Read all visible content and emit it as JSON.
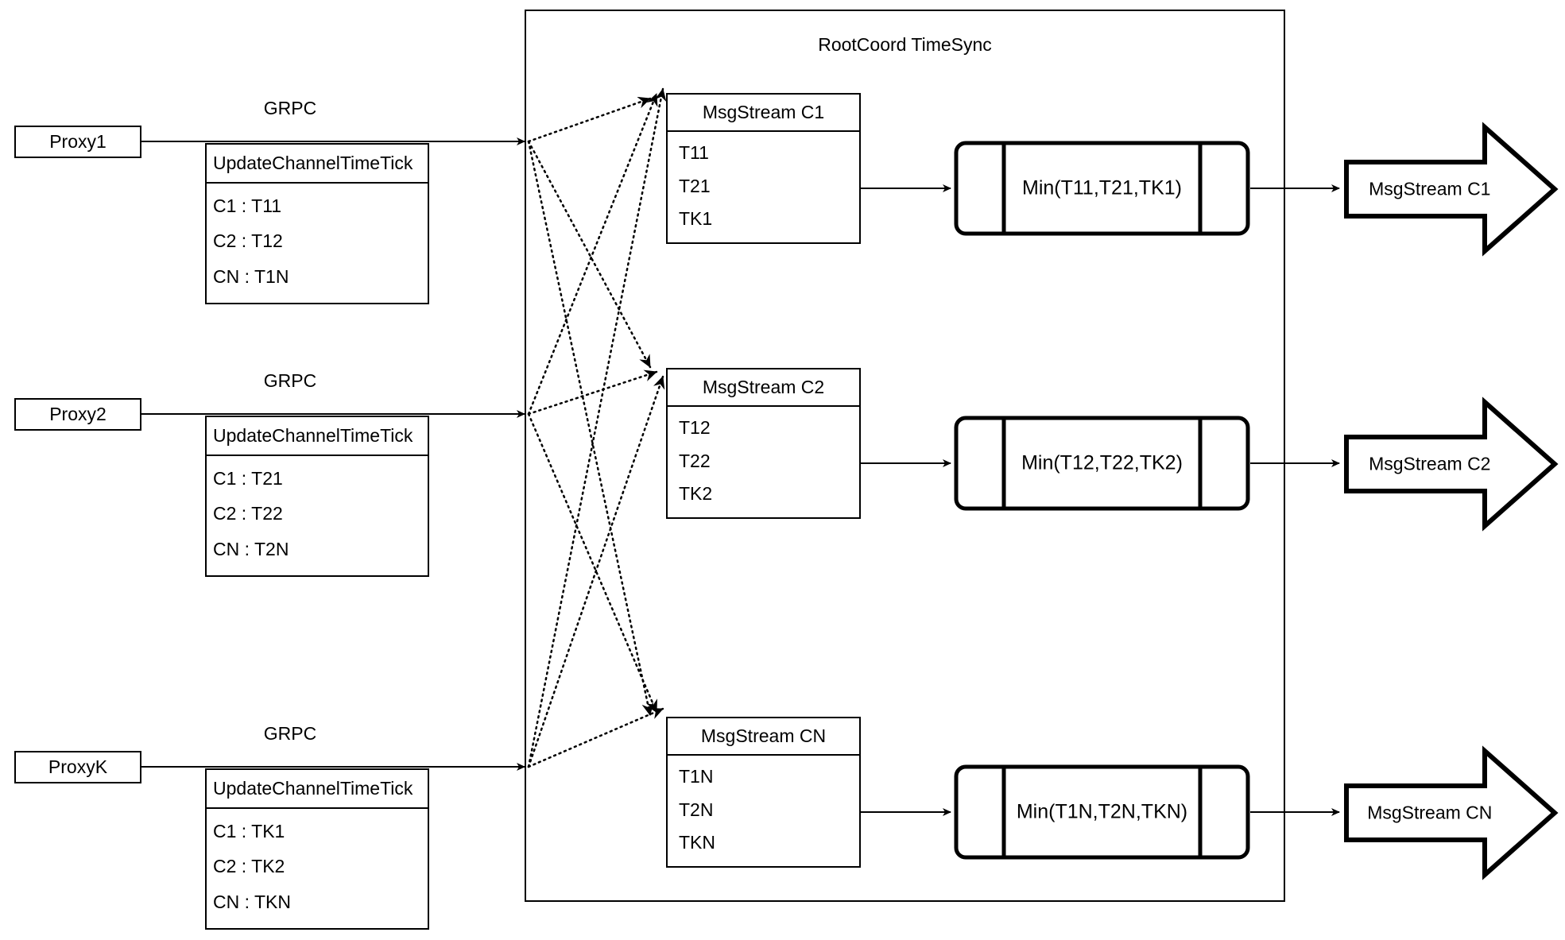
{
  "diagram": {
    "title": "RootCoord TimeSync",
    "container_label": "RootCoord TimeSync"
  },
  "proxies": [
    {
      "name": "Proxy1",
      "link_label": "GRPC",
      "rpc_title": "UpdateChannelTimeTick",
      "entries": [
        "C1 :  T11",
        "C2 :  T12",
        "CN : T1N"
      ]
    },
    {
      "name": "Proxy2",
      "link_label": "GRPC",
      "rpc_title": "UpdateChannelTimeTick",
      "entries": [
        "C1 :  T21",
        "C2 :  T22",
        "CN : T2N"
      ]
    },
    {
      "name": "ProxyK",
      "link_label": "GRPC",
      "rpc_title": "UpdateChannelTimeTick",
      "entries": [
        "C1 :  TK1",
        "C2 :  TK2",
        "CN : TKN"
      ]
    }
  ],
  "channels": [
    {
      "stream_title": "MsgStream C1",
      "ticks": [
        "T11",
        "T21",
        "TK1"
      ],
      "min_label": "Min(T11,T21,TK1)",
      "output_label": "MsgStream C1"
    },
    {
      "stream_title": "MsgStream C2",
      "ticks": [
        "T12",
        "T22",
        "TK2"
      ],
      "min_label": "Min(T12,T22,TK2)",
      "output_label": "MsgStream C2"
    },
    {
      "stream_title": "MsgStream CN",
      "ticks": [
        "T1N",
        "T2N",
        "TKN"
      ],
      "min_label": "Min(T1N,T2N,TKN)",
      "output_label": "MsgStream CN"
    }
  ],
  "colors": {
    "stroke": "#000000",
    "background": "#ffffff"
  }
}
